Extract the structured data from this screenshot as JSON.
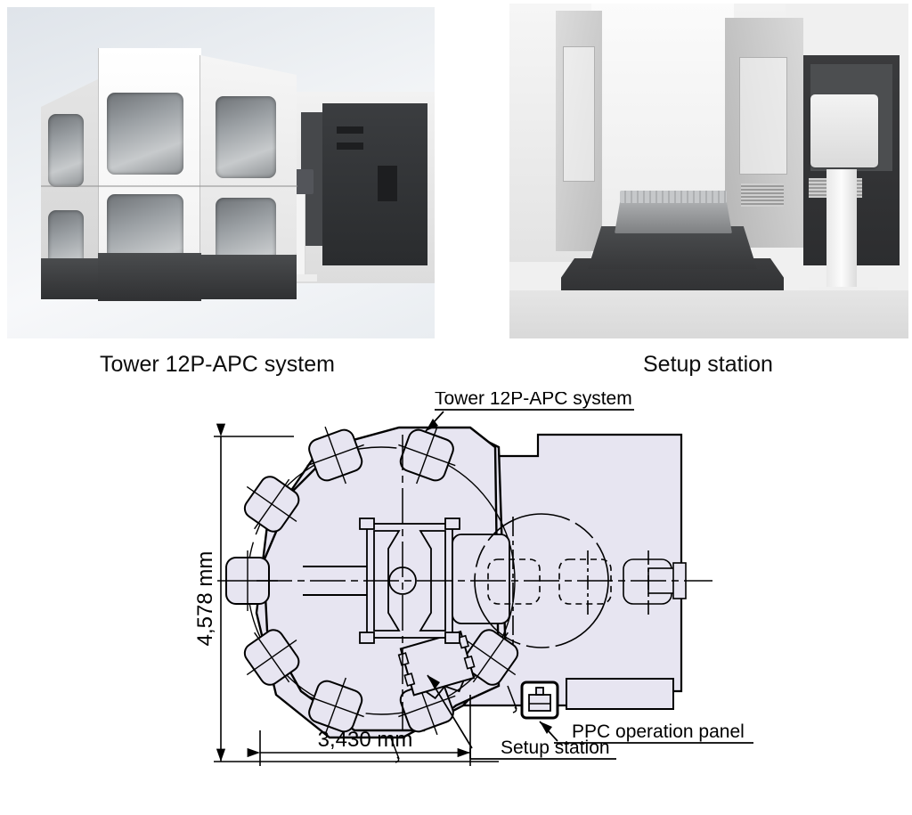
{
  "photos": [
    {
      "id": "tower-photo",
      "caption": "Tower 12P-APC system",
      "alt_name": "tower-12p-apc-photo"
    },
    {
      "id": "setup-photo",
      "caption": "Setup station",
      "alt_name": "setup-station-photo"
    }
  ],
  "captions": {
    "tower": "Tower 12P-APC system",
    "setup": "Setup station"
  },
  "diagram": {
    "type": "floor-plan",
    "callouts": [
      {
        "name": "tower-callout",
        "text": "Tower 12P-APC system"
      },
      {
        "name": "ppc-panel-callout",
        "text": "PPC operation panel"
      },
      {
        "name": "setup-station-callout",
        "text": "Setup station"
      }
    ],
    "dimensions": {
      "height_label": "4,578 mm",
      "width_label": "3,430 mm"
    },
    "pallet_station_count": 10,
    "colors": {
      "fill": "#e7e5f1",
      "outline": "#000000",
      "background": "#ffffff"
    }
  }
}
